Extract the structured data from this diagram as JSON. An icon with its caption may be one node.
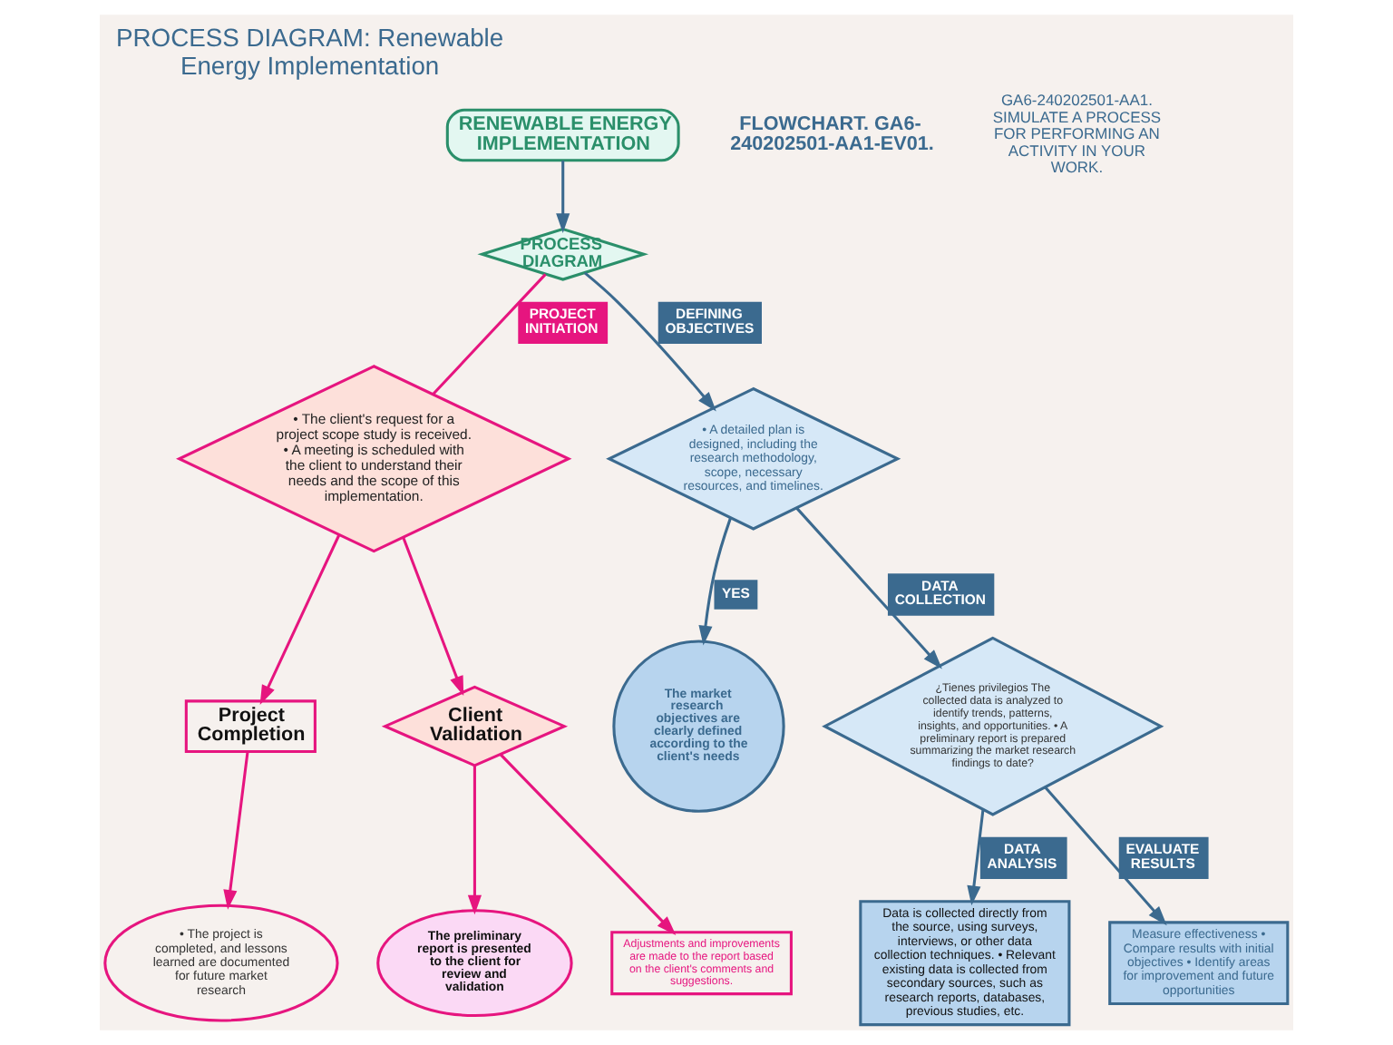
{
  "diagram": {
    "title": "PROCESS DIAGRAM: Renewable Energy Implementation",
    "nodes": [
      {
        "text": [
          "RENEWABLE ENERGY IMPLEMENTATION"
        ]
      },
      {
        "text": [
          "PROCESS DIAGRAM"
        ]
      },
      {
        "text": [
          "• The client's request for a project scope study is received. • A meeting is scheduled with the client to understand their needs and the scope of this implementation."
        ]
      },
      {
        "text": [
          "Project Completion"
        ]
      },
      {
        "text": [
          "Client Validation"
        ]
      },
      {
        "text": [
          "• The project is completed, and lessons learned are documented for future market research"
        ]
      },
      {
        "text": [
          "The preliminary report is presented to the client for review and validation"
        ]
      },
      {
        "text": [
          "Adjustments and improvements are made to the report based on the client's comments and suggestions."
        ]
      },
      {
        "text": [
          "• A detailed plan is designed, including the research methodology, scope, necessary resources, and timelines."
        ]
      },
      {
        "text": [
          "The market research objectives are clearly defined according to the client's needs"
        ]
      },
      {
        "text": [
          "¿Tienes privilegios The collected data is analyzed to identify trends, patterns, insights, and opportunities. • A preliminary report is prepared summarizing the market research findings to date?"
        ]
      },
      {
        "text": [
          "Data is collected directly from the source, using surveys, interviews, or other data collection techniques. • Relevant existing data is collected from secondary sources, such as research reports, databases, previous studies, etc."
        ]
      },
      {
        "text": [
          "Measure effectiveness • Compare results with initial objectives • Identify areas for improvement and future opportunities"
        ]
      }
    ],
    "edges": [
      {
        "from": 0,
        "to": 1,
        "arrow": "to"
      },
      {
        "from": 1,
        "to": 2,
        "arrow": "none",
        "label": "PROJECT INITIATION",
        "color": "#e6157f"
      },
      {
        "from": 1,
        "to": 8,
        "arrow": "to",
        "label": "DEFINING OBJECTIVES"
      },
      {
        "from": 2,
        "to": 3,
        "arrow": "to",
        "color": "#e6157f"
      },
      {
        "from": 2,
        "to": 4,
        "arrow": "to",
        "color": "#e6157f"
      },
      {
        "from": 3,
        "to": 5,
        "arrow": "to",
        "color": "#e6157f"
      },
      {
        "from": 4,
        "to": 6,
        "arrow": "to",
        "color": "#e6157f"
      },
      {
        "from": 4,
        "to": 7,
        "arrow": "to",
        "color": "#e6157f"
      },
      {
        "from": 8,
        "to": 9,
        "arrow": "to",
        "label": "YES"
      },
      {
        "from": 8,
        "to": 10,
        "arrow": "to",
        "label": "DATA COLLECTION"
      },
      {
        "from": 10,
        "to": 11,
        "arrow": "to",
        "label": "DATA ANALYSIS"
      },
      {
        "from": 10,
        "to": 12,
        "arrow": "to",
        "label": "EVALUATE RESULTS"
      }
    ],
    "labels": [
      "FLOWCHART. GA6-240202501-AA1-EV01.",
      "GA6-240202501-AA1. SIMULATE A PROCESS FOR PERFORMING AN ACTIVITY IN YOUR WORK."
    ]
  }
}
